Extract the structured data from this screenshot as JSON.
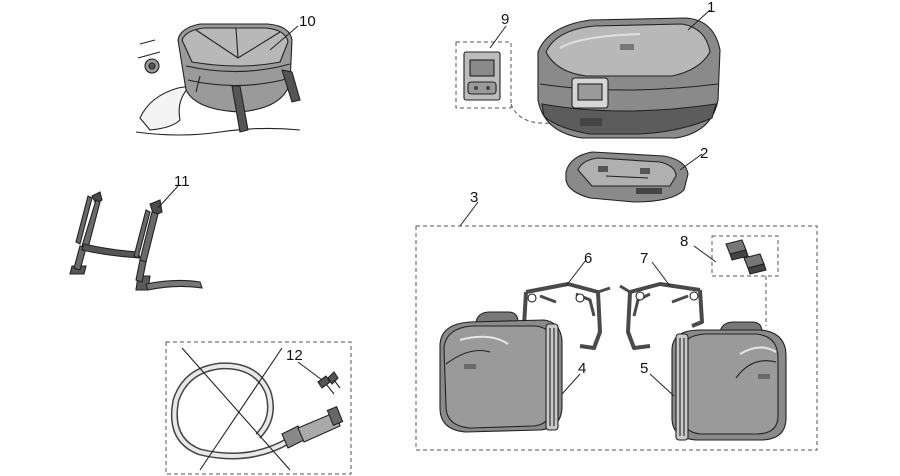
{
  "callouts": [
    {
      "id": "1",
      "label": "1"
    },
    {
      "id": "2",
      "label": "2"
    },
    {
      "id": "3",
      "label": "3"
    },
    {
      "id": "4",
      "label": "4"
    },
    {
      "id": "5",
      "label": "5"
    },
    {
      "id": "6",
      "label": "6"
    },
    {
      "id": "7",
      "label": "7"
    },
    {
      "id": "8",
      "label": "8"
    },
    {
      "id": "9",
      "label": "9"
    },
    {
      "id": "10",
      "label": "10"
    },
    {
      "id": "11",
      "label": "11"
    },
    {
      "id": "12",
      "label": "12"
    }
  ],
  "colors": {
    "case_body": "#8a8a8a",
    "case_light": "#c4c4c4",
    "case_dark": "#5c5c5c",
    "bag_body": "#9a9a9a",
    "frame": "#4a4a4a",
    "line": "#222222"
  }
}
